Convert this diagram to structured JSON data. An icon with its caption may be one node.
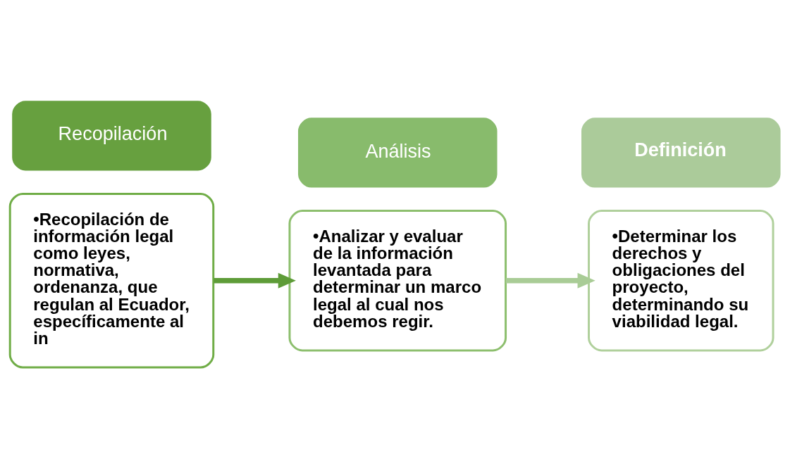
{
  "diagram": {
    "nodes": [
      {
        "text": [
          "•Recopilación de información legal como leyes, normativa, ordenanza, que regulan al Ecuador, específicamente al in"
        ]
      },
      {
        "text": [
          "Recopilación"
        ]
      },
      {
        "text": [
          "•Analizar y evaluar de la información levantada para determinar un marco legal al cual nos debemos regir."
        ]
      },
      {
        "text": [
          "Análisis"
        ]
      },
      {
        "text": [
          "•Determinar los derechos y obligaciones del proyecto, determinando su viabilidad legal."
        ]
      },
      {
        "text": [
          "Definición"
        ]
      }
    ],
    "edges": [
      {
        "from": 0,
        "to": 2,
        "arrow": "to",
        "color": "#5e9c38"
      },
      {
        "from": 2,
        "to": 4,
        "arrow": "to",
        "color": "#a9cc96"
      }
    ]
  }
}
